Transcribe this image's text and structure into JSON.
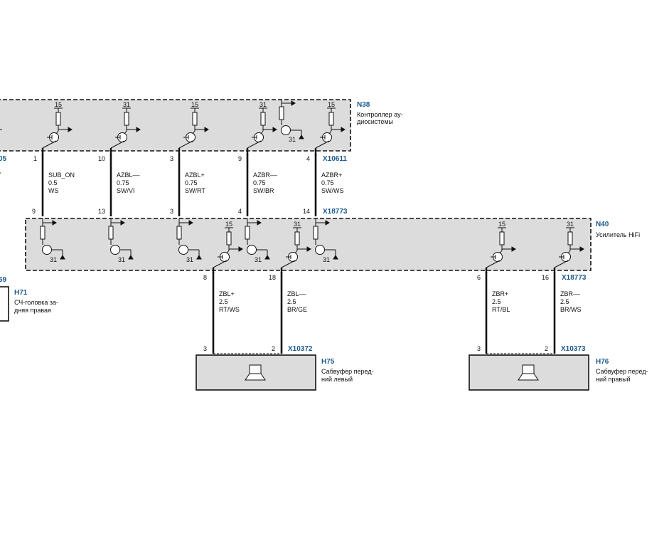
{
  "n38": {
    "id": "N38",
    "desc1": "Контроллер ау-",
    "desc2": "диосистемы",
    "connector": "X10611",
    "left_cut_label": "05",
    "supply": [
      "15",
      "31",
      "15",
      "31",
      "15"
    ],
    "gnd": "31"
  },
  "n40": {
    "id": "N40",
    "desc": "Усилитель HiFi",
    "connector_top": "X18773",
    "connector_bottom": "X18773",
    "supply": [
      "15",
      "31",
      "15",
      "31"
    ],
    "gnd": [
      "31",
      "31",
      "31",
      "31",
      "31"
    ]
  },
  "wires_top": [
    {
      "pin_top": "1",
      "pin_bottom": "9",
      "name": "SUB_ON",
      "size": "0.5",
      "color": "WS"
    },
    {
      "pin_top": "10",
      "pin_bottom": "13",
      "name": "AZBL––",
      "size": "0.75",
      "color": "SW/VI"
    },
    {
      "pin_top": "3",
      "pin_bottom": "3",
      "name": "AZBL+",
      "size": "0.75",
      "color": "SW/RT"
    },
    {
      "pin_top": "9",
      "pin_bottom": "4",
      "name": "AZBR––",
      "size": "0.75",
      "color": "SW/BR"
    },
    {
      "pin_top": "4",
      "pin_bottom": "14",
      "name": "AZBR+",
      "size": "0.75",
      "color": "SW/WS"
    }
  ],
  "wires_bottom": [
    {
      "pin_top": "8",
      "pin_bottom": "3",
      "name": "ZBL+",
      "size": "2.5",
      "color": "RT/WS"
    },
    {
      "pin_top": "18",
      "pin_bottom": "2",
      "name": "ZBL––",
      "size": "2.5",
      "color": "BR/GE"
    },
    {
      "pin_top": "6",
      "pin_bottom": "3",
      "name": "ZBR+",
      "size": "2.5",
      "color": "RT/BL"
    },
    {
      "pin_top": "16",
      "pin_bottom": "2",
      "name": "ZBR––",
      "size": "2.5",
      "color": "BR/WS"
    }
  ],
  "h71": {
    "id": "H71",
    "desc1": "СЧ-головка за-",
    "desc2": "дняя правая",
    "left_cut_label": "69"
  },
  "h75": {
    "id": "H75",
    "desc1": "Сабвуфер перед-",
    "desc2": "ний левый",
    "connector": "X10372"
  },
  "h76": {
    "id": "H76",
    "desc1": "Сабвуфер перед-",
    "desc2": "ний правый",
    "connector": "X10373"
  },
  "colors": {
    "box_fill": "#dcdcdc",
    "label_blue": "#1d5a8c",
    "wire": "#111111"
  }
}
